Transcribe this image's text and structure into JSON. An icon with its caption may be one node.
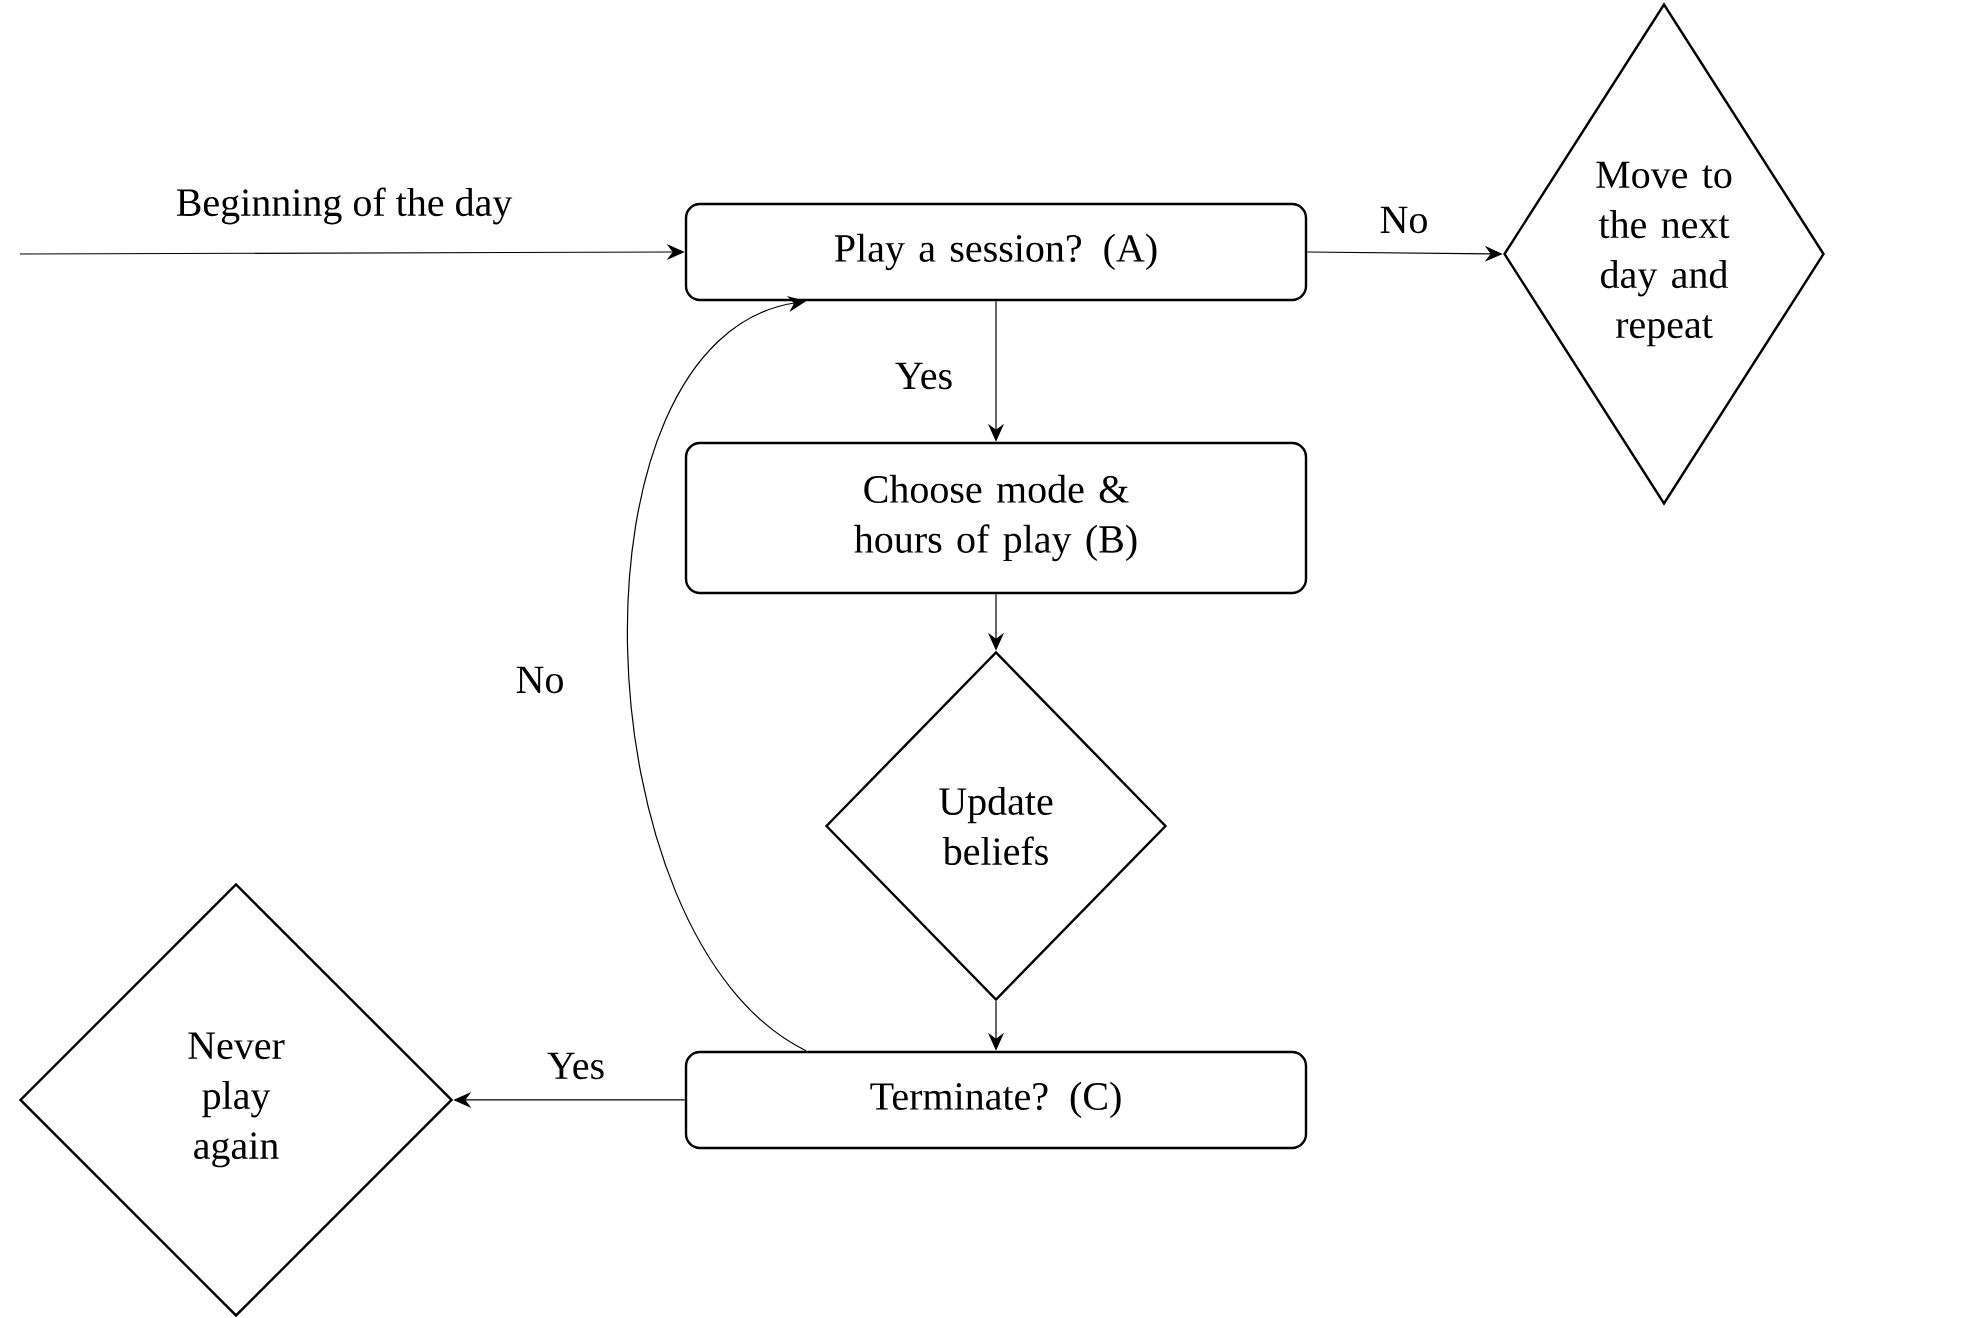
{
  "diagram": {
    "nodes": [
      {
        "text": [
          "Play a session? (A)"
        ]
      },
      {
        "text": [
          "Move to the next day and repeat"
        ]
      },
      {
        "text": [
          "Choose mode & hours of play (B)"
        ]
      },
      {
        "text": [
          "Update beliefs"
        ]
      },
      {
        "text": [
          "Terminate? (C)"
        ]
      },
      {
        "text": [
          "Never play again"
        ]
      }
    ],
    "edges": [
      {
        "from": null,
        "to": 0,
        "arrow": "to",
        "label": "Beginning of the day"
      },
      {
        "from": 0,
        "to": 1,
        "arrow": "to",
        "label": "No"
      },
      {
        "from": 0,
        "to": 2,
        "arrow": "to",
        "label": "Yes"
      },
      {
        "from": 2,
        "to": 3,
        "arrow": "to"
      },
      {
        "from": 3,
        "to": 4,
        "arrow": "to"
      },
      {
        "from": 4,
        "to": 5,
        "arrow": "to",
        "label": "Yes"
      },
      {
        "from": 4,
        "to": 0,
        "arrow": "to",
        "label": "No"
      }
    ]
  }
}
